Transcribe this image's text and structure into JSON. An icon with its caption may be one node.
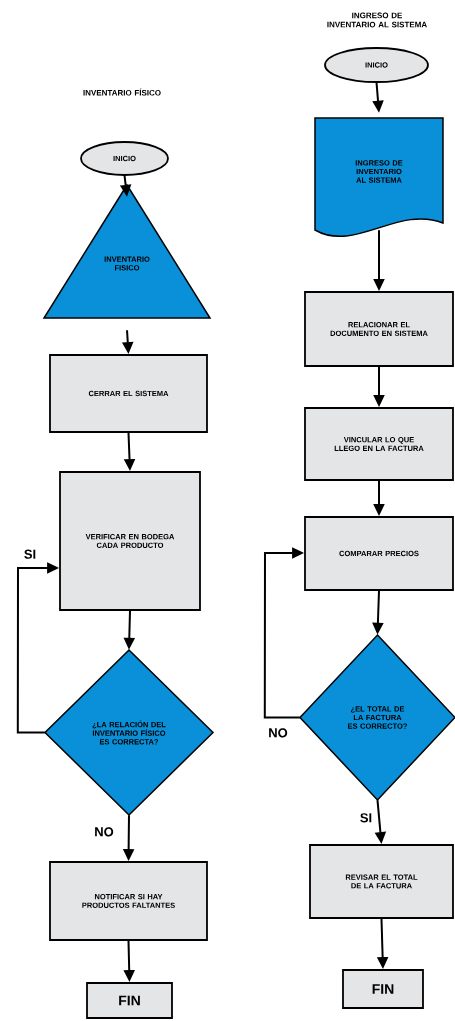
{
  "diagram": {
    "nodes": [
      {
        "text": [
          "INICIO"
        ]
      },
      {
        "text": [
          "INVENTARIO FISICO"
        ]
      },
      {
        "text": [
          "CERRAR EL SISTEMA"
        ]
      },
      {
        "text": [
          "VERIFICAR EN BODEGA CADA PRODUCTO"
        ]
      },
      {
        "text": [
          "¿LA RELACIÓN DEL INVENTARIO FÍSICO ES CORRECTA?"
        ]
      },
      {
        "text": [
          "NOTIFICAR SI HAY PRODUCTOS FALTANTES"
        ]
      },
      {
        "text": [
          "FIN"
        ]
      },
      {
        "text": [
          "INICIO"
        ]
      },
      {
        "text": [
          "INGRESO DE INVENTARIO AL SISTEMA"
        ]
      },
      {
        "text": [
          "RELACIONAR EL DOCUMENTO EN SISTEMA"
        ]
      },
      {
        "text": [
          "VINCULAR LO QUE LLEGO EN LA FACTURA"
        ]
      },
      {
        "text": [
          "COMPARAR PRECIOS"
        ]
      },
      {
        "text": [
          "¿EL TOTAL DE LA FACTURA ES CORRECTO?"
        ]
      },
      {
        "text": [
          "REVISAR EL TOTAL DE LA FACTURA"
        ]
      },
      {
        "text": [
          "FIN"
        ]
      }
    ],
    "edges": [
      {
        "from": 0,
        "to": 1,
        "arrow": "to"
      },
      {
        "from": 1,
        "to": 2,
        "arrow": "to"
      },
      {
        "from": 2,
        "to": 3,
        "arrow": "to"
      },
      {
        "from": 3,
        "to": 4,
        "arrow": "to"
      },
      {
        "from": 4,
        "to": 3,
        "arrow": "to",
        "label": "SI"
      },
      {
        "from": 4,
        "to": 5,
        "arrow": "to",
        "label": "NO"
      },
      {
        "from": 5,
        "to": 6,
        "arrow": "to"
      },
      {
        "from": 7,
        "to": 8,
        "arrow": "to"
      },
      {
        "from": 8,
        "to": 9,
        "arrow": "to"
      },
      {
        "from": 9,
        "to": 10,
        "arrow": "to"
      },
      {
        "from": 10,
        "to": 11,
        "arrow": "to"
      },
      {
        "from": 11,
        "to": 12,
        "arrow": "to"
      },
      {
        "from": 12,
        "to": 11,
        "arrow": "to",
        "label": "NO"
      },
      {
        "from": 12,
        "to": 13,
        "arrow": "to",
        "label": "SI"
      },
      {
        "from": 13,
        "to": 14,
        "arrow": "to"
      }
    ],
    "labels": [
      "INGRESO DE INVENTARIO AL SISTEMA",
      "INVENTARIO FÍSICO"
    ]
  }
}
